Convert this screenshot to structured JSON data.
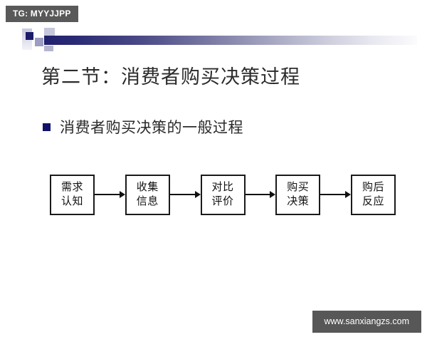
{
  "badges": {
    "top_left": "TG: MYYJJPP",
    "bottom_right": "www.sanxiangzs.com"
  },
  "slide": {
    "title": "第二节：消费者购买决策过程",
    "bullet": {
      "marker": "square-bullet-icon",
      "text": "消费者购买决策的一般过程"
    }
  },
  "flowchart": {
    "steps": [
      {
        "line1": "需求",
        "line2": "认知"
      },
      {
        "line1": "收集",
        "line2": "信息"
      },
      {
        "line1": "对比",
        "line2": "评价"
      },
      {
        "line1": "购买",
        "line2": "决策"
      },
      {
        "line1": "购后",
        "line2": "反应"
      }
    ]
  },
  "colors": {
    "accent_navy": "#12126b",
    "badge_gray": "#575757",
    "text_dark": "#2b2b2b",
    "box_border": "#1a1a1a"
  }
}
